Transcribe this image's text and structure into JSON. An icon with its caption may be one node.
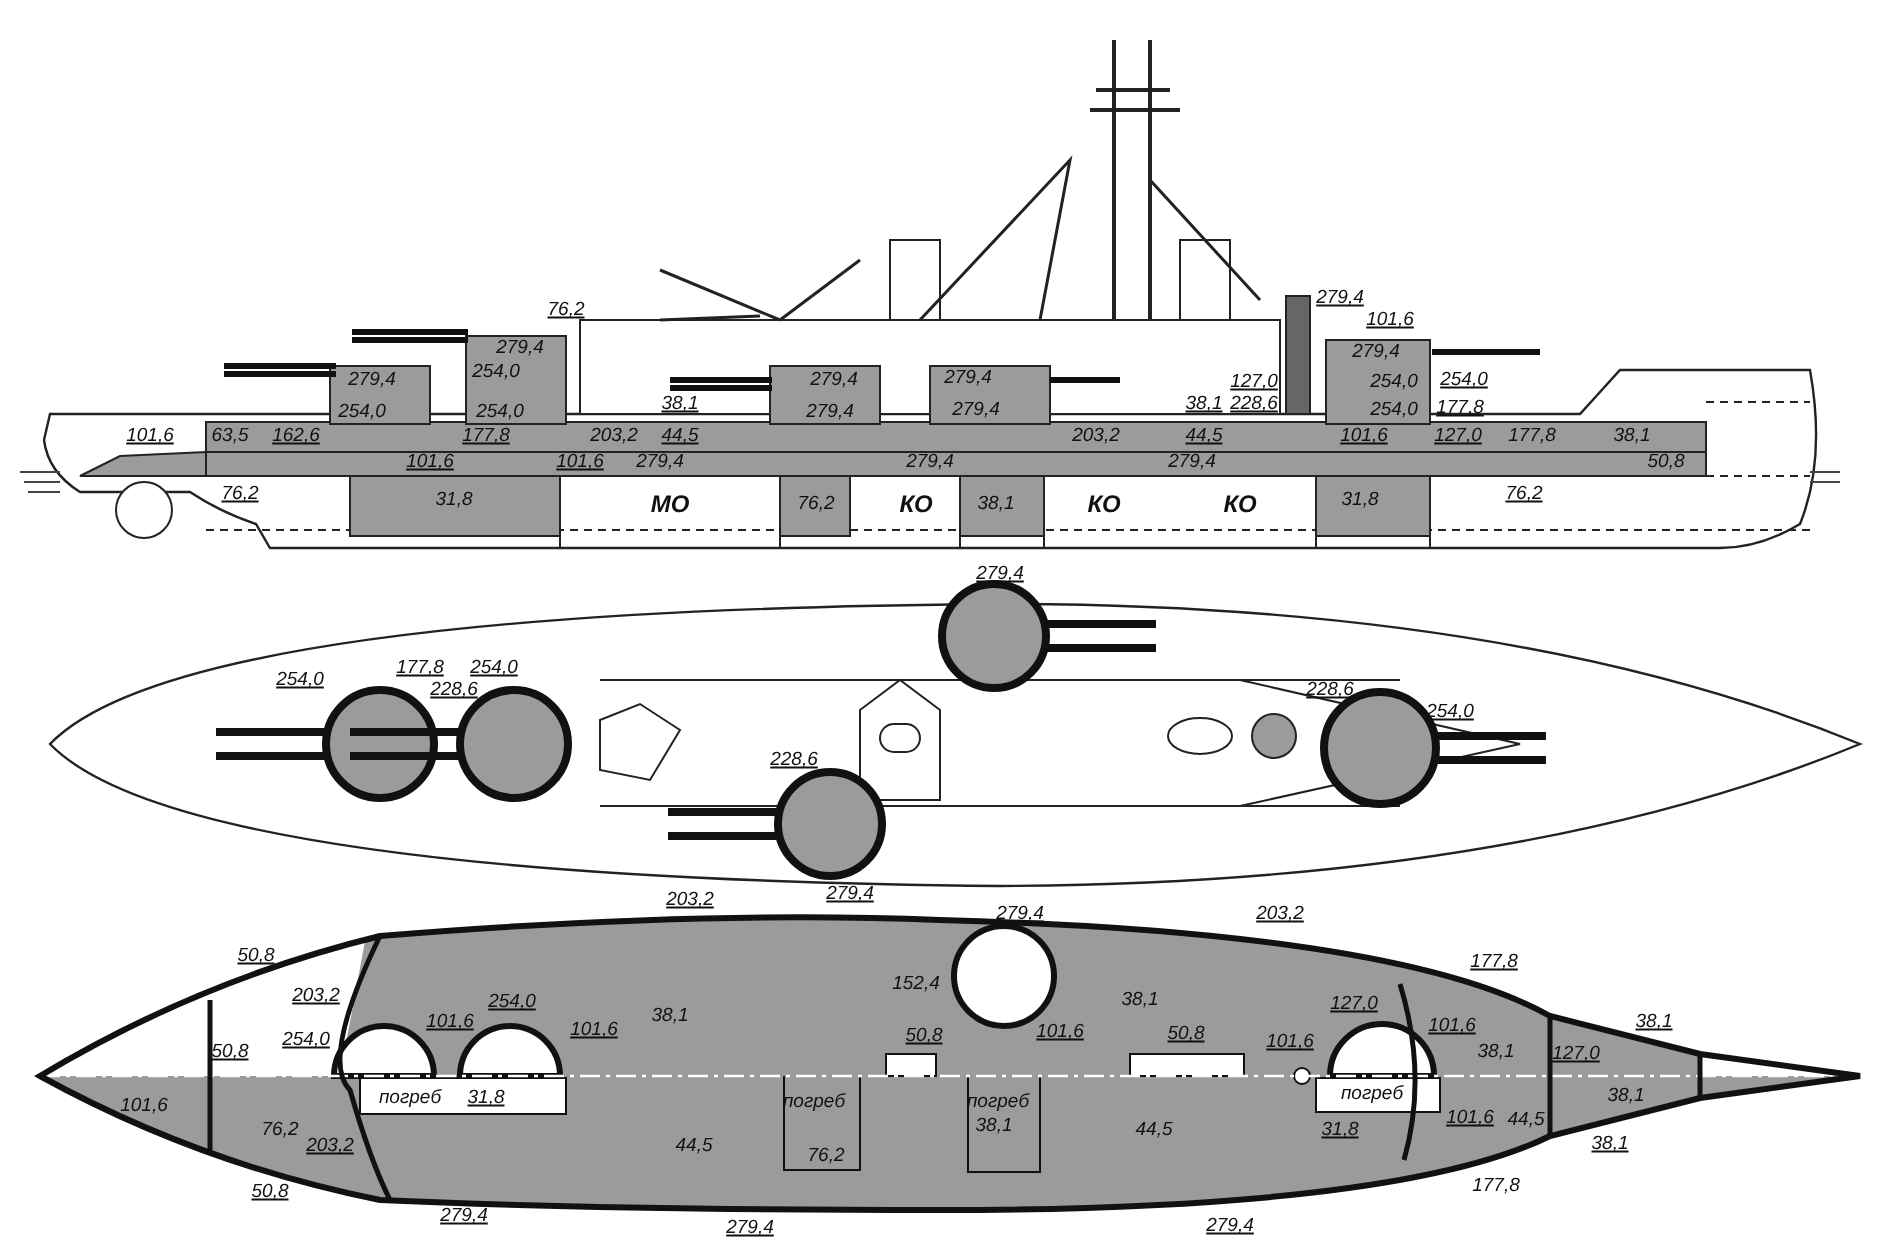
{
  "diagram": {
    "labels": [
      "76,2",
      "279,4",
      "101,6",
      "279,4",
      "279,4",
      "279,4",
      "254,0",
      "279,4",
      "279,4",
      "127,0",
      "254,0",
      "254,0",
      "254,0",
      "254,0",
      "38,1",
      "279,4",
      "279,4",
      "38,1",
      "228,6",
      "254,0",
      "177,8",
      "101,6",
      "63,5",
      "162,6",
      "177,8",
      "203,2",
      "44,5",
      "203,2",
      "44,5",
      "101,6",
      "127,0",
      "177,8",
      "38,1",
      "101,6",
      "101,6",
      "279,4",
      "279,4",
      "279,4",
      "50,8",
      "76,2",
      "31,8",
      "МО",
      "76,2",
      "КО",
      "38,1",
      "КО",
      "КО",
      "31,8",
      "76,2",
      "279,4",
      "254,0",
      "177,8",
      "228,6",
      "254,0",
      "228,6",
      "254,0",
      "228,6",
      "203,2",
      "279,4",
      "279,4",
      "203,2",
      "50,8",
      "152,4",
      "177,8",
      "203,2",
      "254,0",
      "38,1",
      "127,0",
      "101,6",
      "101,6",
      "38,1",
      "101,6",
      "101,6",
      "38,1",
      "50,8",
      "254,0",
      "50,8",
      "50,8",
      "101,6",
      "38,1",
      "127,0",
      "101,6",
      "погреб",
      "31,8",
      "погреб",
      "погреб",
      "погреб",
      "101,6",
      "44,5",
      "38,1",
      "76,2",
      "203,2",
      "44,5",
      "38,1",
      "44,5",
      "31,8",
      "38,1",
      "76,2",
      "50,8",
      "279,4",
      "279,4",
      "279,4",
      "177,8"
    ]
  }
}
